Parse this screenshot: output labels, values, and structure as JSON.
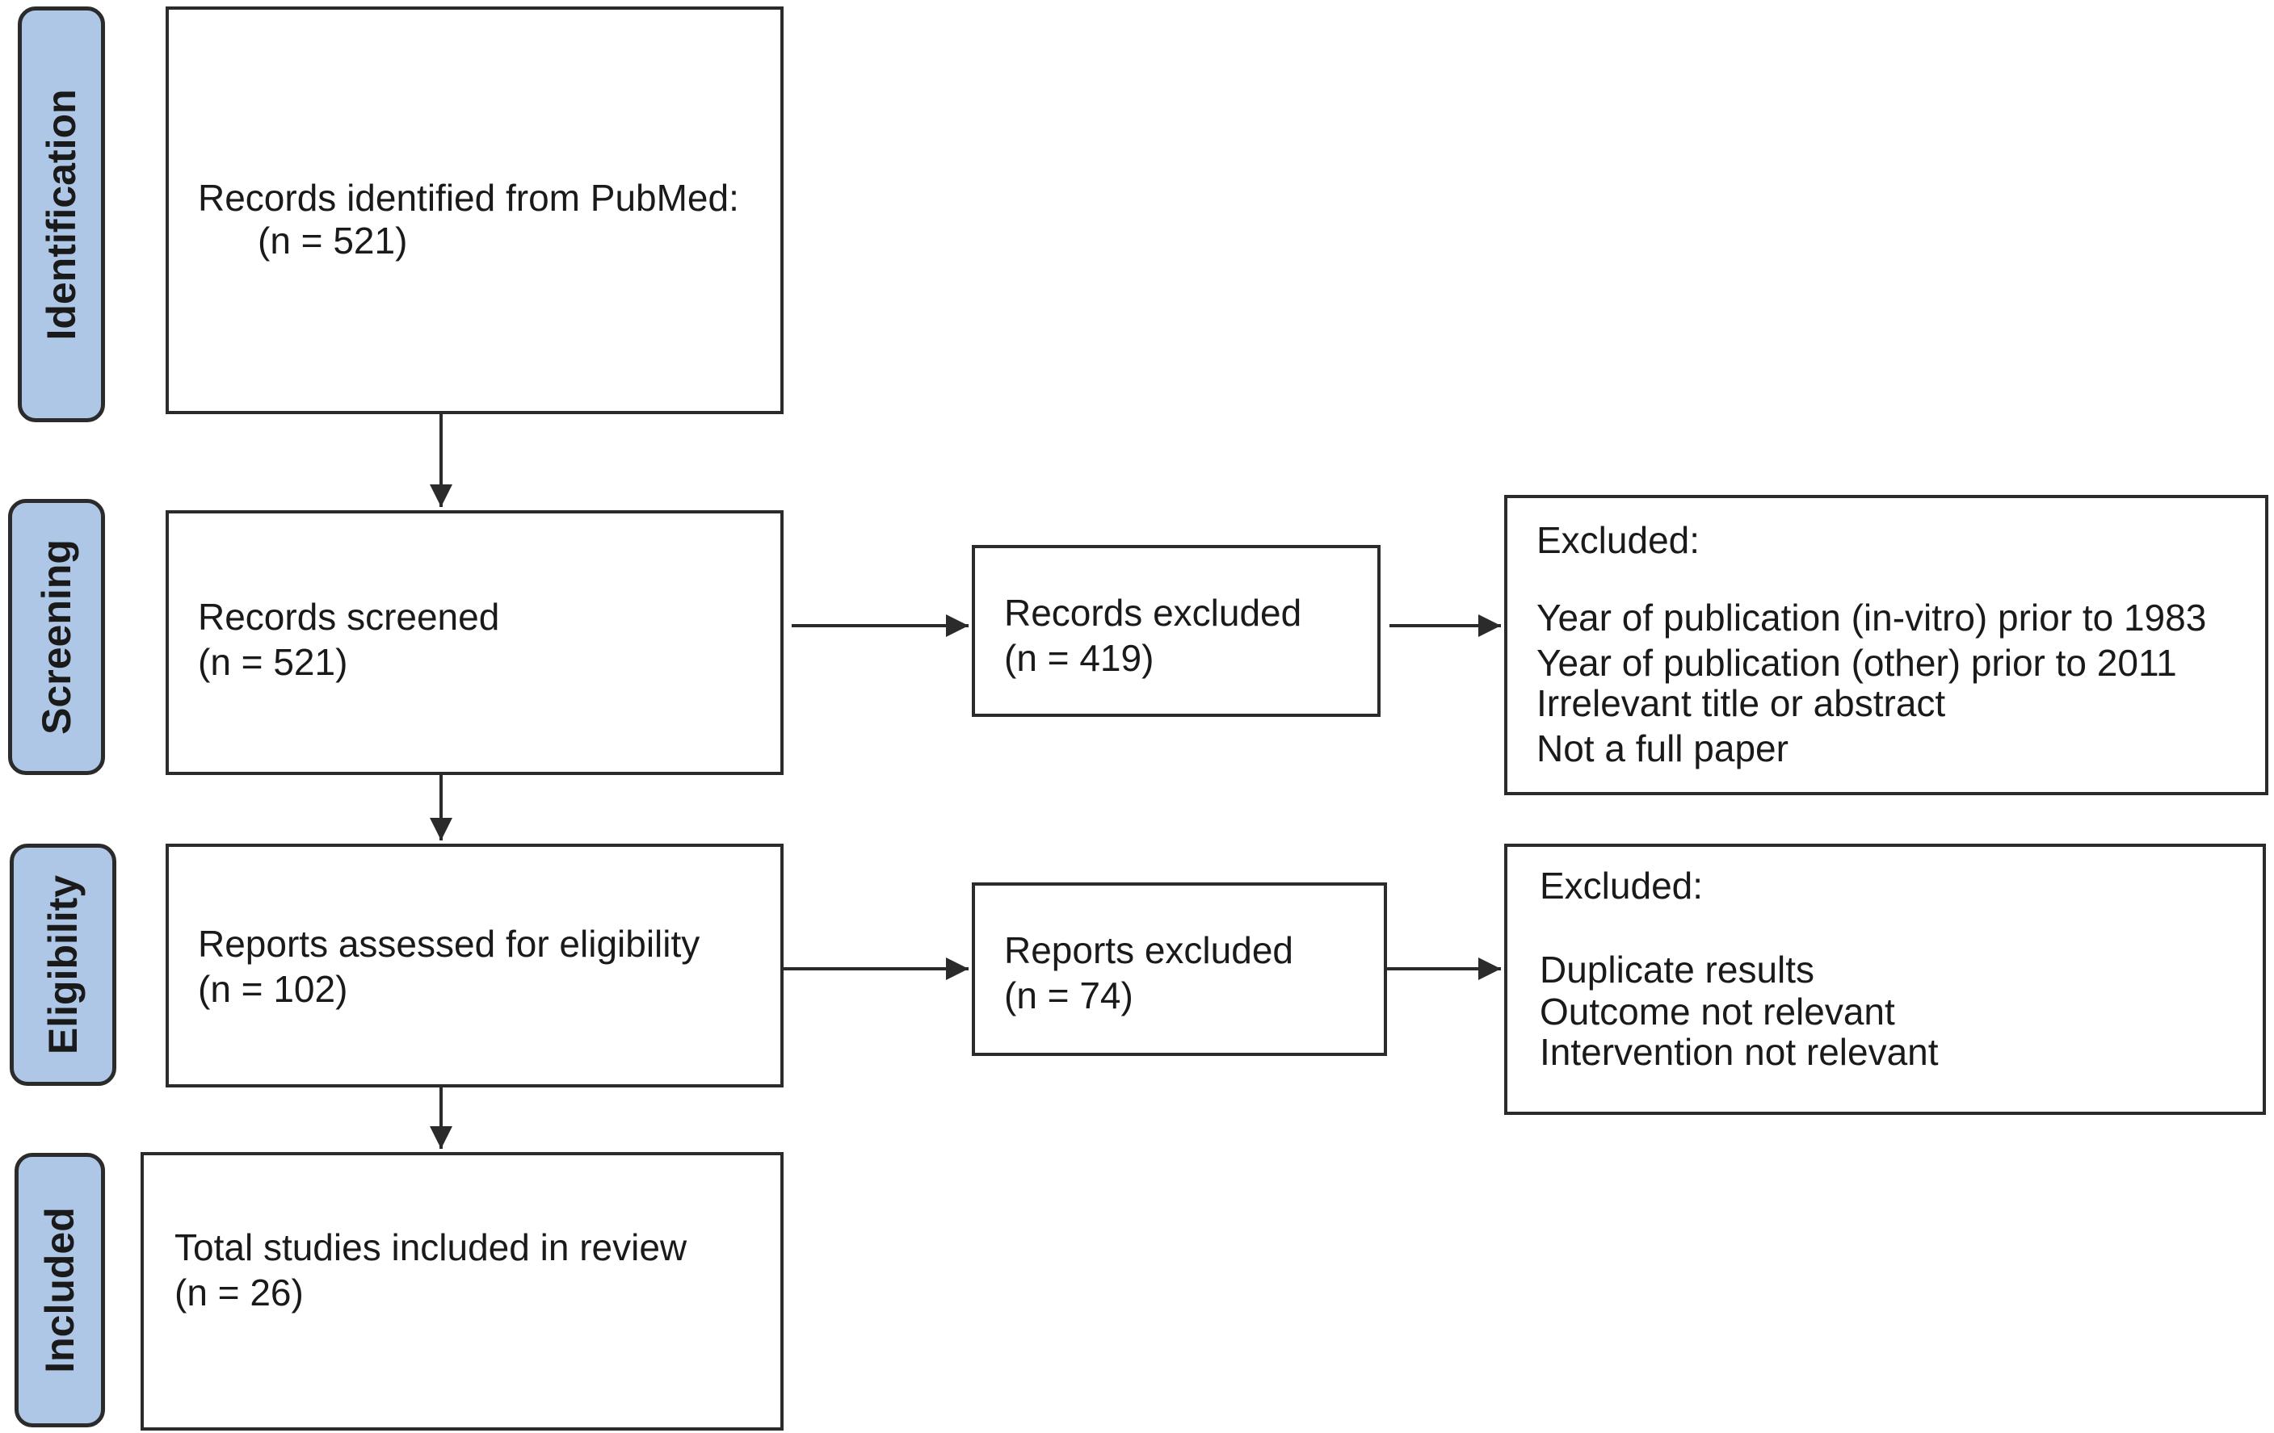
{
  "phases": {
    "identification": "Identification",
    "screening": "Screening",
    "eligibility": "Eligibility",
    "included": "Included"
  },
  "identified": {
    "line1": "Records identified from PubMed:",
    "line2": "(n = 521)"
  },
  "screened": {
    "line1": "Records screened",
    "line2": "(n = 521)"
  },
  "records_excluded": {
    "line1": "Records excluded",
    "line2": "(n = 419)"
  },
  "screening_exclusions": {
    "header": "Excluded:",
    "reasons": [
      "Year of publication (in-vitro) prior to 1983",
      "Year of publication (other) prior to 2011",
      "Irrelevant title or abstract",
      "Not a full paper"
    ]
  },
  "assessed": {
    "line1": "Reports assessed for eligibility",
    "line2": "(n = 102)"
  },
  "reports_excluded": {
    "line1": "Reports excluded",
    "line2": "(n = 74)"
  },
  "eligibility_exclusions": {
    "header": "Excluded:",
    "reasons": [
      "Duplicate results",
      "Outcome not relevant",
      "Intervention not relevant"
    ]
  },
  "included": {
    "line1": "Total studies included in review",
    "line2": "(n = 26)"
  },
  "colors": {
    "phase_fill": "#aec7e6",
    "stroke": "#2b2b2b"
  }
}
